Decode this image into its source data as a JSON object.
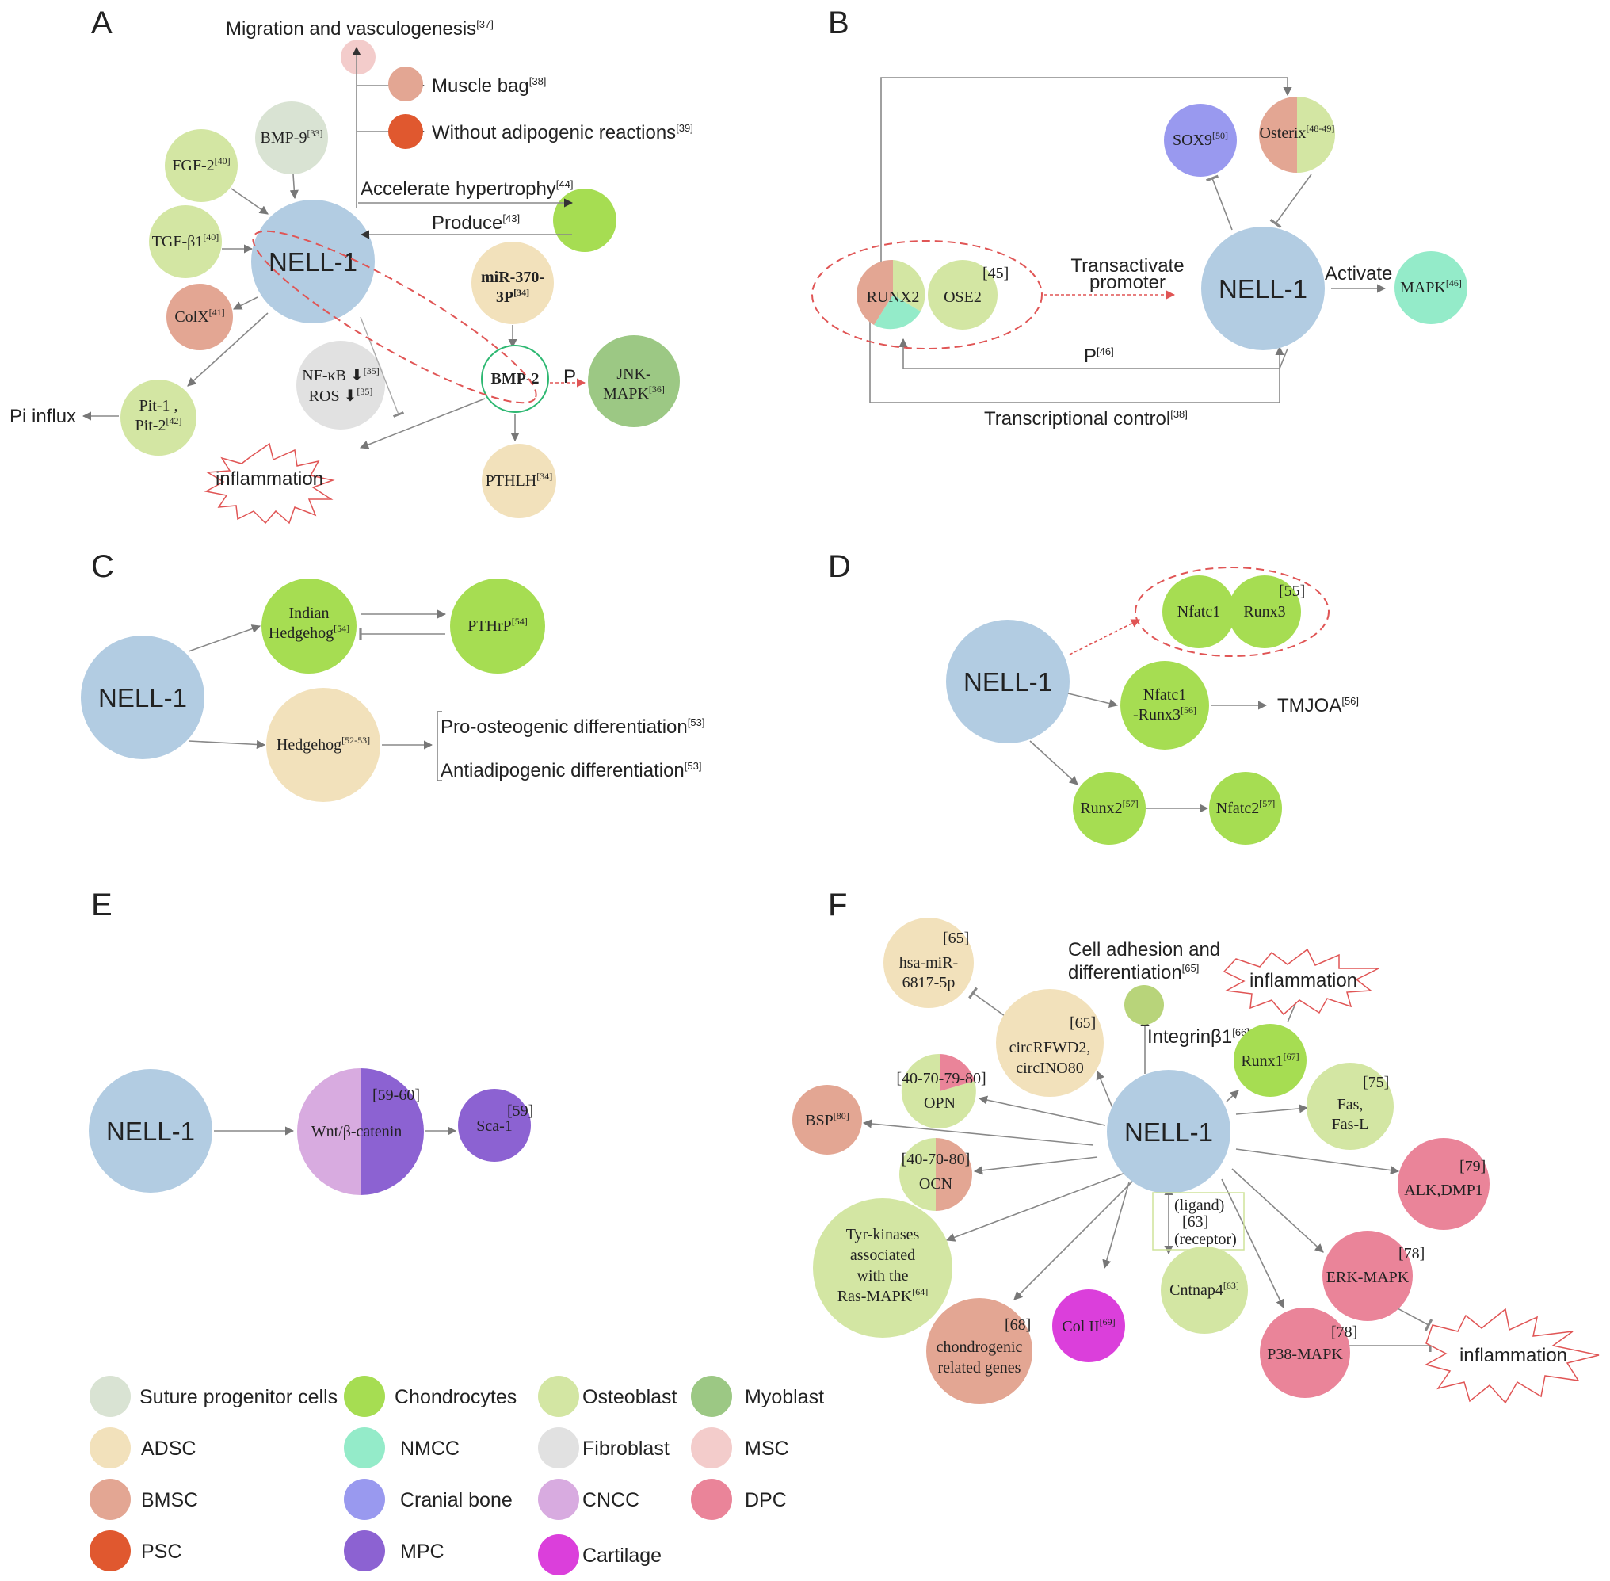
{
  "colors": {
    "suture": "#d9e3d3",
    "chondro": "#a6dd52",
    "osteo": "#d3e6a3",
    "myoblast": "#9cc884",
    "adsc": "#f2e1bb",
    "nmcc": "#94ebc9",
    "fibro": "#e1e1e1",
    "msc": "#f3cccb",
    "bmsc": "#e3a693",
    "cranial": "#9999ef",
    "cncc": "#d8abe0",
    "dpc": "#ea8499",
    "psc": "#e0582f",
    "mpc": "#8c62d2",
    "cartilage": "#db3fdb",
    "nell": "#b2cce2",
    "red_dash": "#e05555"
  },
  "panels": {
    "a": "A",
    "b": "B",
    "c": "C",
    "d": "D",
    "e": "E",
    "f": "F"
  },
  "panel_a": {
    "nell": "NELL-1",
    "migration": "Migration and vasculogenesis",
    "migration_ref": "[37]",
    "muscle": "Muscle bag",
    "muscle_ref": "[38]",
    "adipo": "Without adipogenic reactions",
    "adipo_ref": "[39]",
    "fgf": "FGF-2",
    "fgf_ref": "[40]",
    "bmp9": "BMP-9",
    "bmp9_ref": "[33]",
    "tgf": "TGF-β1",
    "tgf_ref": "[40]",
    "colx": "ColX",
    "colx_ref": "[41]",
    "hyper": "Accelerate hypertrophy",
    "hyper_ref": "[44]",
    "produce": "Produce",
    "produce_ref": "[43]",
    "mir1": "miR-370-",
    "mir2": "3P",
    "mir_ref": "[34]",
    "nfkb": "NF-κB ⬇",
    "nfkb_ref": "[35]",
    "ros": "ROS ⬇",
    "ros_ref": "[35]",
    "bmp2": "BMP-2",
    "p": "P",
    "jnk1": "JNK-",
    "jnk2": "MAPK",
    "jnk_ref": "[36]",
    "pit1": "Pit-1 ,",
    "pit2": "Pit-2",
    "pit_ref": "[42]",
    "pi": "Pi influx",
    "inflam": "inflammation",
    "pthlh": "PTHLH",
    "pthlh_ref": "[34]"
  },
  "panel_b": {
    "nell": "NELL-1",
    "sox9": "SOX9",
    "sox9_ref": "[50]",
    "osterix": "Osterix",
    "osterix_ref": "[48-49]",
    "runx2": "RUNX2",
    "ose2": "OSE2",
    "ose2_ref": "[45]",
    "trans1": "Transactivate",
    "trans2": "promoter",
    "activate": "Activate",
    "mapk": "MAPK",
    "mapk_ref": "[46]",
    "p": "P",
    "p_ref": "[46]",
    "tc": "Transcriptional control",
    "tc_ref": "[38]"
  },
  "panel_c": {
    "nell": "NELL-1",
    "ihh1": "Indian",
    "ihh2": "Hedgehog",
    "ihh_ref": "[54]",
    "pthrp": "PTHrP",
    "pthrp_ref": "[54]",
    "hh": "Hedgehog",
    "hh_ref": "[52-53]",
    "pro": "Pro-osteogenic differentiation",
    "pro_ref": "[53]",
    "anti": "Antiadipogenic differentiation",
    "anti_ref": "[53]"
  },
  "panel_d": {
    "nell": "NELL-1",
    "nfatc1": "Nfatc1",
    "runx3": "Runx3",
    "pair_ref": "[55]",
    "nr1": "Nfatc1",
    "nr2": "-Runx3",
    "nr_ref": "[56]",
    "tmjoa": "TMJOA",
    "tmjoa_ref": "[56]",
    "runx2": "Runx2",
    "runx2_ref": "[57]",
    "nfatc2": "Nfatc2",
    "nfatc2_ref": "[57]"
  },
  "panel_e": {
    "nell": "NELL-1",
    "wnt": "Wnt/β-catenin",
    "wnt_ref": "[59-60]",
    "sca": "Sca-1",
    "sca_ref": "[59]"
  },
  "panel_f": {
    "nell": "NELL-1",
    "hsa1": "hsa-miR-",
    "hsa2": "6817-5p",
    "hsa_ref": "[65]",
    "cell1": "Cell adhesion and",
    "cell2": "differentiation",
    "cell_ref": "[65]",
    "inflam": "inflammation",
    "integrin": "Integrinβ1",
    "integrin_ref": "[66]",
    "circ1": "circRFWD2,",
    "circ2": "circINO80",
    "circ_ref": "[65]",
    "runx1": "Runx1",
    "runx1_ref": "[67]",
    "opn": "OPN",
    "opn_ref": "[40-70-79-80]",
    "fas1": "Fas,",
    "fas2": "Fas-L",
    "fas_ref": "[75]",
    "bsp": "BSP",
    "bsp_ref": "[80]",
    "ocn": "OCN",
    "ocn_ref": "[40-70-80]",
    "alk": "ALK,DMP1",
    "alk_ref": "[79]",
    "lig": "(ligand)",
    "lig_ref": "[63]",
    "rec": "(receptor)",
    "tyr1": "Tyr-kinases",
    "tyr2": "associated",
    "tyr3": "with the",
    "tyr4": "Ras-MAPK",
    "tyr_ref": "[64]",
    "erk": "ERK-MAPK",
    "erk_ref": "[78]",
    "cnt": "Cntnap4",
    "cnt_ref": "[63]",
    "col": "Col II",
    "col_ref": "[69]",
    "chon1": "chondrogenic",
    "chon2": "related genes",
    "chon_ref": "[68]",
    "p38": "P38-MAPK",
    "p38_ref": "[78]",
    "inflam2": "inflammation"
  },
  "legend": [
    {
      "label": "Suture progenitor cells",
      "color": "#d9e3d3"
    },
    {
      "label": "Chondrocytes",
      "color": "#a6dd52"
    },
    {
      "label": "Osteoblast",
      "color": "#d3e6a3"
    },
    {
      "label": "Myoblast",
      "color": "#9cc884"
    },
    {
      "label": "ADSC",
      "color": "#f2e1bb"
    },
    {
      "label": "NMCC",
      "color": "#94ebc9"
    },
    {
      "label": "Fibroblast",
      "color": "#e1e1e1"
    },
    {
      "label": "MSC",
      "color": "#f3cccb"
    },
    {
      "label": "BMSC",
      "color": "#e3a693"
    },
    {
      "label": "Cranial bone",
      "color": "#9999ef"
    },
    {
      "label": "CNCC",
      "color": "#d8abe0"
    },
    {
      "label": "DPC",
      "color": "#ea8499"
    },
    {
      "label": "PSC",
      "color": "#e0582f"
    },
    {
      "label": "MPC",
      "color": "#8c62d2"
    },
    {
      "label": "Cartilage",
      "color": "#db3fdb"
    }
  ]
}
